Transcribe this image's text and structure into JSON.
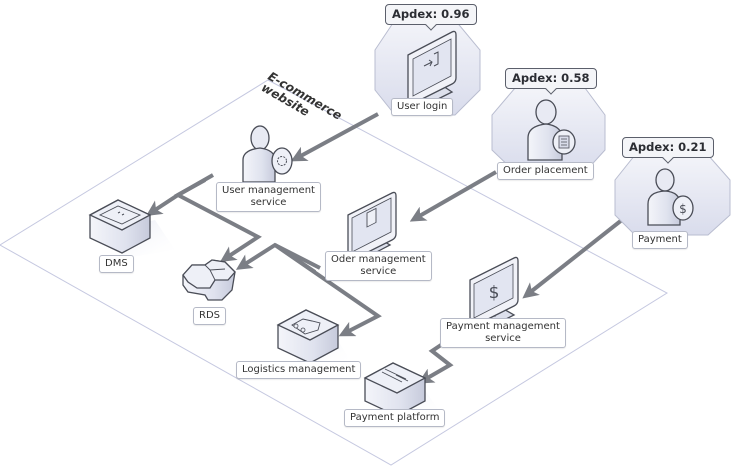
{
  "zone": {
    "title_line1": "E-commerce",
    "title_line2": "website"
  },
  "entry_points": [
    {
      "id": "user-login",
      "label": "User login",
      "apdex": "Apdex: 0.96",
      "icon": "monitor-login-icon"
    },
    {
      "id": "order-placement",
      "label": "Order placement",
      "apdex": "Apdex: 0.58",
      "icon": "user-document-icon"
    },
    {
      "id": "payment",
      "label": "Payment",
      "apdex": "Apdex: 0.21",
      "icon": "user-dollar-icon"
    }
  ],
  "services": [
    {
      "id": "user-management-service",
      "line1": "User management",
      "line2": "service",
      "icon": "user-gear-icon"
    },
    {
      "id": "order-management-service",
      "line1": "Oder management",
      "line2": "service",
      "icon": "monitor-document-icon"
    },
    {
      "id": "payment-management-service",
      "line1": "Payment management",
      "line2": "service",
      "icon": "monitor-dollar-icon"
    },
    {
      "id": "dms",
      "line1": "DMS",
      "icon": "dms-cube-icon"
    },
    {
      "id": "rds",
      "line1": "RDS",
      "icon": "rds-database-icon"
    },
    {
      "id": "logistics-management",
      "line1": "Logistics management",
      "icon": "logistics-cube-icon"
    },
    {
      "id": "payment-platform",
      "line1": "Payment platform",
      "icon": "payment-platform-cube-icon"
    }
  ],
  "colors": {
    "arrow": "#7b7e85",
    "zone_border": "#c5c8e0",
    "icon_fill": "#e3e6f2",
    "icon_stroke": "#4a4d57",
    "hex_bg": "#e6e8f3"
  }
}
